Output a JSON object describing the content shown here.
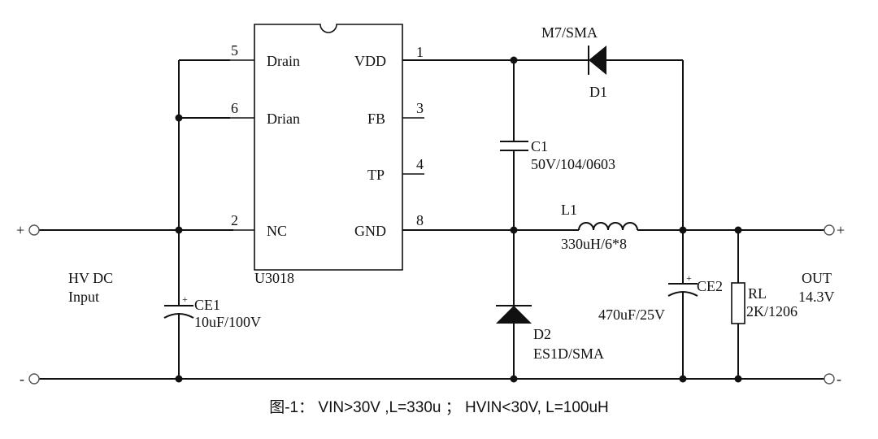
{
  "ic": {
    "name": "U3018",
    "pins": [
      {
        "num": "5",
        "label": "Drain"
      },
      {
        "num": "6",
        "label": "Drian"
      },
      {
        "num": "2",
        "label": "NC"
      },
      {
        "num": "1",
        "label": "VDD"
      },
      {
        "num": "3",
        "label": "FB"
      },
      {
        "num": "4",
        "label": "TP"
      },
      {
        "num": "8",
        "label": "GND"
      }
    ]
  },
  "components": {
    "d1": {
      "ref": "D1",
      "value": "M7/SMA"
    },
    "c1": {
      "ref": "C1",
      "value": "50V/104/0603"
    },
    "l1": {
      "ref": "L1",
      "value": "330uH/6*8"
    },
    "d2": {
      "ref": "D2",
      "value": "ES1D/SMA"
    },
    "ce1": {
      "ref": "CE1",
      "value": "10uF/100V",
      "polarity": "+"
    },
    "ce2": {
      "ref": "CE2",
      "value": "470uF/25V",
      "polarity": "+"
    },
    "rl": {
      "ref": "RL",
      "value": "2K/1206"
    }
  },
  "input": {
    "line1": "HV DC",
    "line2": "Input",
    "plus": "+",
    "minus": "-"
  },
  "output": {
    "line1": "OUT",
    "line2": "14.3V",
    "plus": "+",
    "minus": "-"
  },
  "caption": "图-1： VIN>30V ,L=330u  ；  HVIN<30V, L=100uH"
}
